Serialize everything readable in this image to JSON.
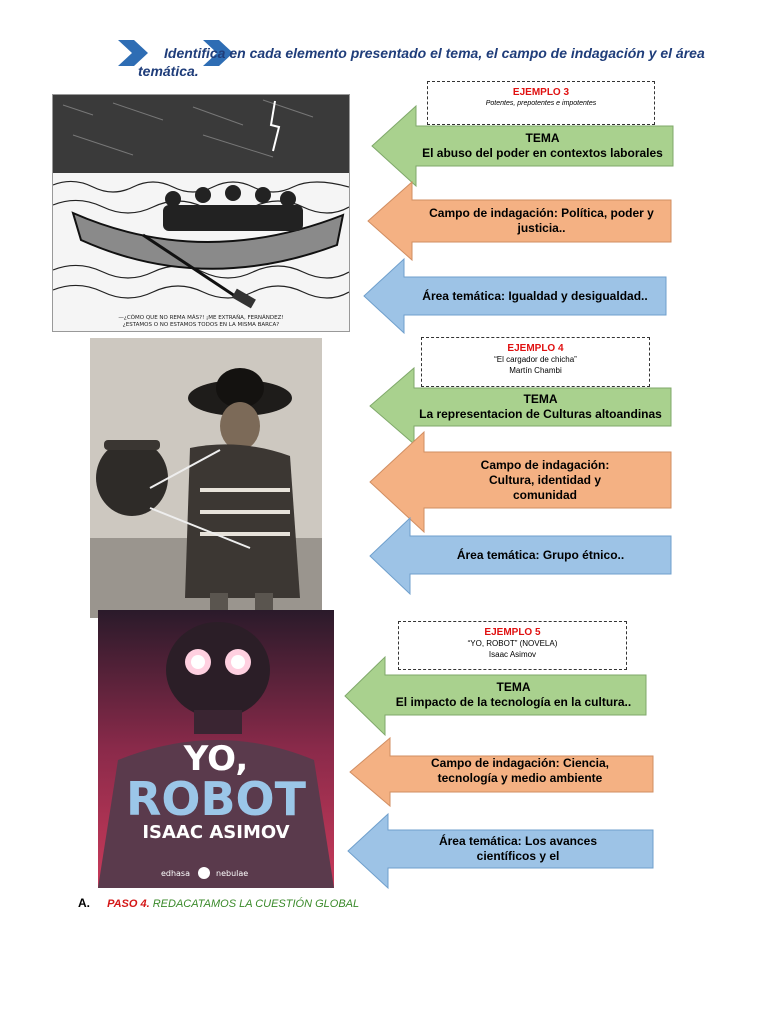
{
  "instruction": {
    "line1": "Identifica en  cada elemento presentado el tema, el campo de indagación y el área",
    "line2": "temática."
  },
  "colors": {
    "green": "#a9d18e",
    "salmon": "#f4b183",
    "blue": "#9dc3e6",
    "red_text": "#e01010",
    "title_blue": "#1f3d7a"
  },
  "examples": [
    {
      "title": "EJEMPLO 3",
      "subtitle": "Potentes, prepotentes e impotentes",
      "tema_label": "TEMA",
      "tema_text": "El abuso del poder en contextos laborales",
      "campo_text": "Campo de indagación: Política, poder y justicia..",
      "area_text": "Área temática: Igualdad y desigualdad..",
      "image": {
        "name": "boat-cartoon-image",
        "caption_line1": "—¿CÓMO QUE NO REMA MÁS?! ¡ME EXTRAÑA, FERNÁNDEZ!",
        "caption_line2": "¿ESTAMOS O NO ESTAMOS TODOS EN LA MISMA BARCA?"
      }
    },
    {
      "title": "EJEMPLO 4",
      "subtitle": "“El cargador de chicha”",
      "author": "Martín Chambi",
      "tema_label": "TEMA",
      "tema_text": "La representacion de Culturas altoandinas",
      "campo_text": "Campo de indagación: Cultura, identidad y comunidad",
      "area_text": "Área temática: Grupo étnico..",
      "image": {
        "name": "chicha-carrier-photo"
      }
    },
    {
      "title": "EJEMPLO 5",
      "subtitle": "“YO, ROBOT” (NOVELA)",
      "author": "Isaac Asimov",
      "tema_label": "TEMA",
      "tema_text": "El impacto de la tecnología en la cultura..",
      "campo_text": "Campo de indagación: Ciencia, tecnología y medio ambiente",
      "area_text": "Área temática: Los avances científicos y el",
      "image": {
        "name": "book-cover-image",
        "line1": "YO,",
        "line2": "ROBOT",
        "line3": "ISAAC ASIMOV",
        "publisher": "edhasa",
        "collection": "nebulae"
      }
    }
  ],
  "step": {
    "letter": "A.",
    "paso": "PASO 4.",
    "text": "REDACATAMOS LA CUESTIÓN GLOBAL"
  }
}
